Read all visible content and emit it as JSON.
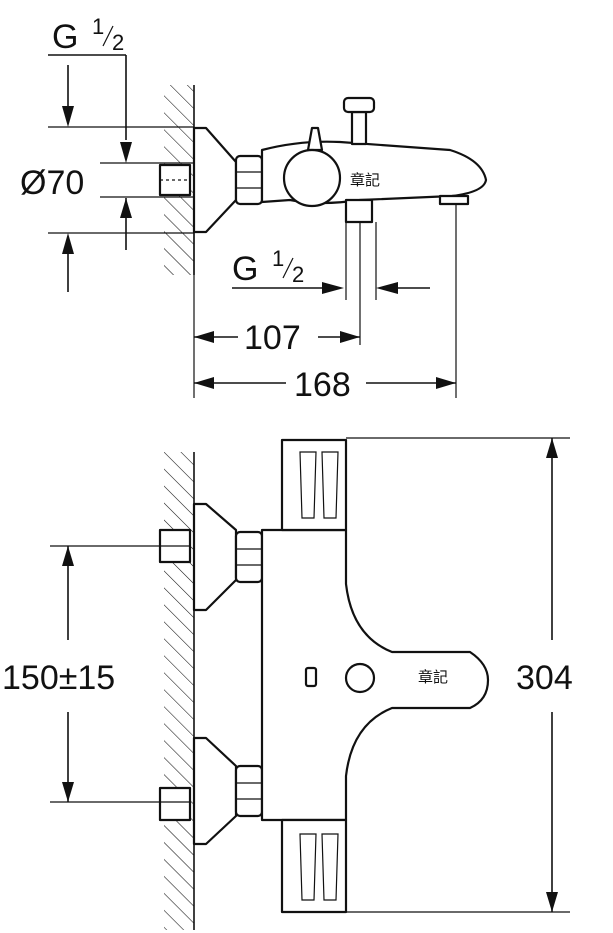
{
  "side_view": {
    "thread_top": {
      "letter": "G",
      "num": "1",
      "den": "2"
    },
    "diameter": "Ø70",
    "thread_outlet": {
      "letter": "G",
      "num": "1",
      "den": "2"
    },
    "dim_107": "107",
    "dim_168": "168",
    "watermark": "章記"
  },
  "front_view": {
    "centers": "150±15",
    "height": "304",
    "watermark": "章記"
  }
}
